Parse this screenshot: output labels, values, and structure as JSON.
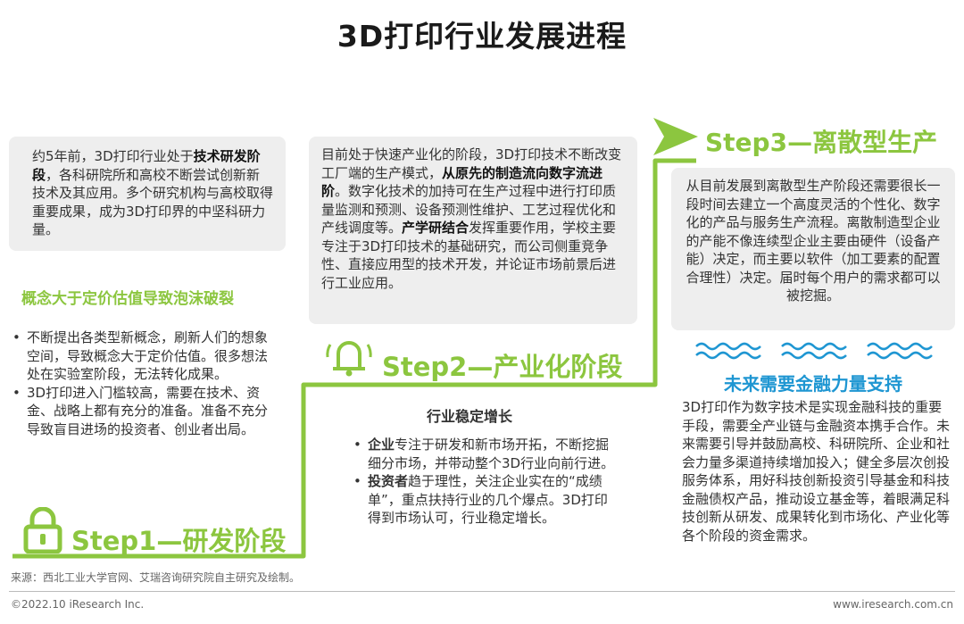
{
  "title": "3D打印行业发展进程",
  "step1": {
    "box_parts": [
      {
        "t": "约5年前，3D打印行业处于",
        "b": false
      },
      {
        "t": "技术研发阶段",
        "b": true
      },
      {
        "t": "，各科研院所和高校不断尝试创新新技术及其应用。多个研究机构与高校取得重要成果，成为3D打印界的中坚科研力量。",
        "b": false
      }
    ],
    "subhead": "概念大于定价估值导致泡沫破裂",
    "bullets": [
      "不断提出各类型新概念，刷新人们的想象空间，导致概念大于定价估值。很多想法处在实验室阶段，无法转化成果。",
      "3D打印进入门槛较高，需要在技术、资金、战略上都有充分的准备。准备不充分导致盲目进场的投资者、创业者出局。"
    ],
    "label": "Step1—研发阶段"
  },
  "step2": {
    "box_parts": [
      {
        "t": "目前处于快速产业化的阶段，3D打印技术不断改变工厂端的生产模式，",
        "b": false
      },
      {
        "t": "从原先的制造流向数字流进阶",
        "b": true
      },
      {
        "t": "。数字化技术的加持可在生产过程中进行打印质量监测和预测、设备预测性维护、工艺过程优化和产线调度等。",
        "b": false
      },
      {
        "t": "产学研结合",
        "b": true
      },
      {
        "t": "发挥重要作用，学校主要专注于3D打印技术的基础研究，而公司侧重竞争性、直接应用型的技术开发，并论证市场前景后进行工业应用。",
        "b": false
      }
    ],
    "subhead": "行业稳定增长",
    "bullets": [
      {
        "b": "企业",
        "t": "专注于研发和新市场开拓，不断挖掘细分市场，并带动整个3D行业向前行进。"
      },
      {
        "b": "投资者",
        "t": "趋于理性，关注企业实在的“成绩单”，重点扶持行业的几个爆点。3D打印得到市场认可，行业稳定增长。"
      }
    ],
    "label": "Step2—产业化阶段"
  },
  "step3": {
    "label": "Step3—离散型生产",
    "box_text": "从目前发展到离散型生产阶段还需要很长一段时间去建立一个高度灵活的个性化、数字化的产品与服务生产流程。离散制造型企业的产能不像连续型企业主要由硬件（设备产能）决定，而主要以软件（加工要素的配置合理性）决定。届时每个用户的需求都可以被挖掘。",
    "subhead": "未来需要金融力量支持",
    "text": "3D打印作为数字技术是实现金融科技的重要手段，需要全产业链与金融资本携手合作。未来需要引导并鼓励高校、科研院所、企业和社会力量多渠道持续增加投入；健全多层次创投服务体系，用好科技创新投资引导基金和科技金融债权产品，推动设立基金等，着眼满足科技创新从研发、成果转化到市场化、产业化等各个阶段的资金需求。"
  },
  "footer": {
    "source": "来源：西北工业大学官网、艾瑞咨询研究院自主研究及绘制。",
    "copyright": "©2022.10 iResearch Inc.",
    "website": "www.iresearch.com.cn"
  },
  "colors": {
    "green": "#8cc63f",
    "blue": "#1e96d2",
    "box": "#eeeeee"
  },
  "icons": [
    "lock-icon",
    "bell-icon",
    "arrow-icon",
    "waves-icon"
  ]
}
